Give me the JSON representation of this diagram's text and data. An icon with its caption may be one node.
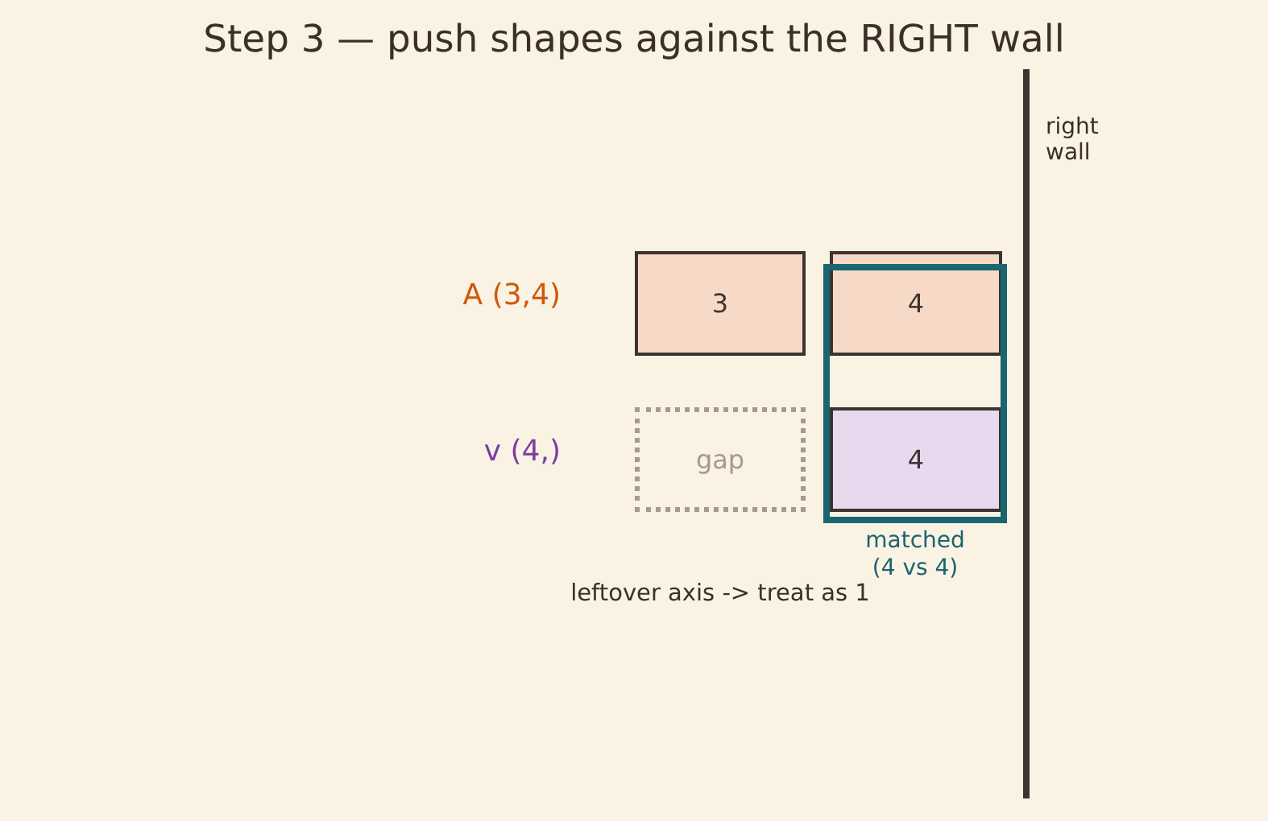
{
  "diagram": {
    "title": "Step 3 — push shapes against the RIGHT wall",
    "nodes": [
      {
        "text": [
          "3"
        ]
      },
      {
        "text": [
          "4"
        ]
      },
      {
        "text": [
          "matched (4 vs 4)"
        ]
      },
      {
        "text": [
          "gap"
        ],
        "beside": [
          "leftover axis -> treat as 1"
        ]
      },
      {
        "text": [
          "4"
        ],
        "in": 2
      }
    ],
    "labels": [
      "right wall",
      "A (3,4)",
      "v (4,)"
    ]
  }
}
